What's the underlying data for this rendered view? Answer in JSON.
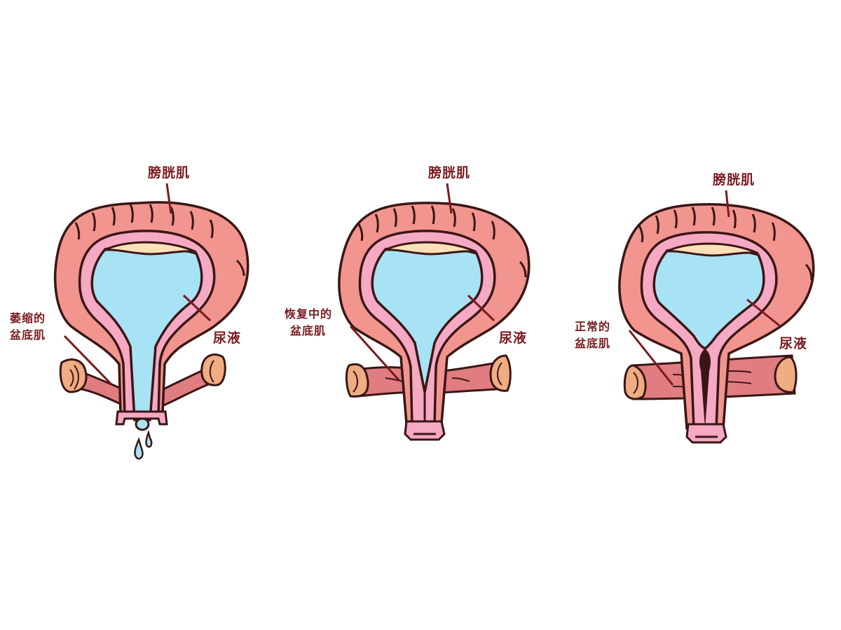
{
  "colors": {
    "outline": "#3a1616",
    "bladder_muscle": "#f2958f",
    "inner_wall": "#f6a9c3",
    "urine": "#a8e2f5",
    "foam": "#fbe0b8",
    "pelvic_muscle": "#e07d80",
    "tendon": "#f0ac82",
    "label_text": "#7a1a1e",
    "leader_line": "#7a1a1e"
  },
  "panels": [
    {
      "state": "atrophied",
      "bladder_label": "膀胱肌",
      "urine_label": "尿液",
      "pelvic_label_line1": "萎缩的",
      "pelvic_label_line2": "盆底肌",
      "leaking_drops": 2
    },
    {
      "state": "recovering",
      "bladder_label": "膀胱肌",
      "urine_label": "尿液",
      "pelvic_label_line1": "恢复中的",
      "pelvic_label_line2": "盆底肌",
      "leaking_drops": 0
    },
    {
      "state": "normal",
      "bladder_label": "膀胱肌",
      "urine_label": "尿液",
      "pelvic_label_line1": "正常的",
      "pelvic_label_line2": "盆底肌",
      "leaking_drops": 0
    }
  ]
}
